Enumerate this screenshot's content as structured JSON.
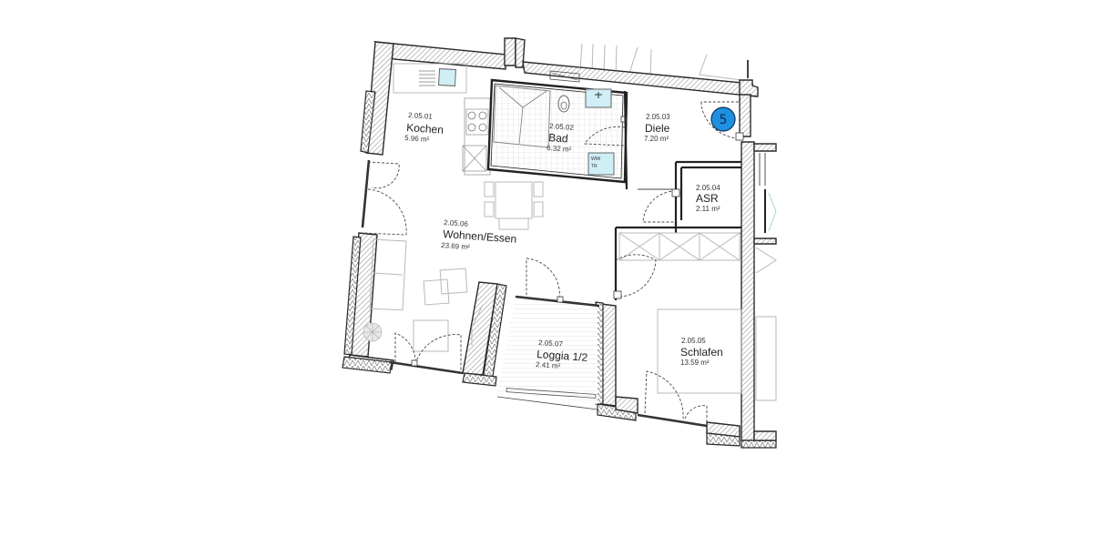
{
  "plan": {
    "unit_badge": {
      "label": "5",
      "color": "#1e90e0",
      "outline": "#13325e"
    },
    "rooms": [
      {
        "id": "2.05.01",
        "name": "Kochen",
        "area": "5.96 m²"
      },
      {
        "id": "2.05.02",
        "name": "Bad",
        "area": "6.32 m²"
      },
      {
        "id": "2.05.03",
        "name": "Diele",
        "area": "7.20 m²"
      },
      {
        "id": "2.05.04",
        "name": "ASR",
        "area": "2.11 m²"
      },
      {
        "id": "2.05.05",
        "name": "Schlafen",
        "area": "13.59 m²"
      },
      {
        "id": "2.05.06",
        "name": "Wohnen/Essen",
        "area": "23.69 m²"
      },
      {
        "id": "2.05.07",
        "name": "Loggia 1/2",
        "area": "2.41 m²"
      }
    ],
    "labels": {
      "washer_dryer": "WM/",
      "washer_dryer_2": "TR"
    },
    "colors": {
      "fixture_fill": "#cfeef5",
      "wall_stroke": "#2a2a2a",
      "background": "#ffffff"
    }
  }
}
